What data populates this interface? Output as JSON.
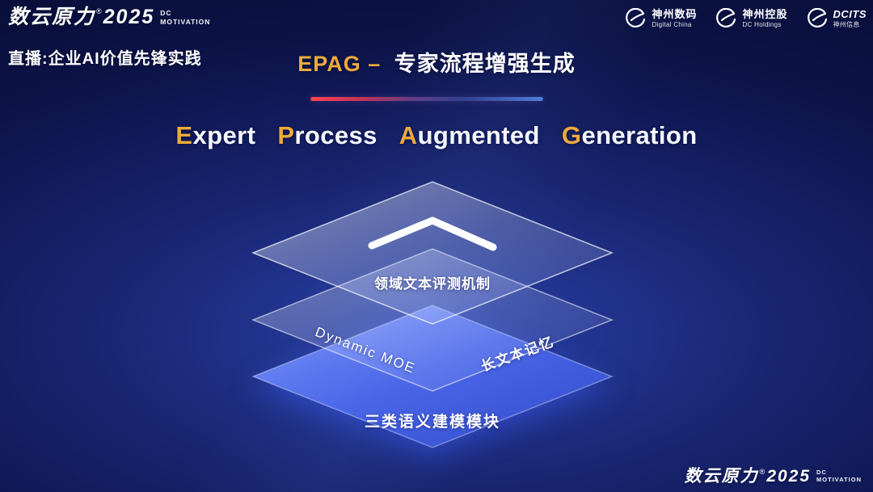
{
  "brand": {
    "name": "数云原力",
    "reg": "®",
    "year": "2025",
    "dc": "DC",
    "motivation": "MOTIVATION"
  },
  "tagline": "直播:企业AI价值先锋实践",
  "title": {
    "highlight": "EPAG –",
    "rest": "专家流程增强生成"
  },
  "subtitle": {
    "words": [
      {
        "cap": "E",
        "rest": "xpert"
      },
      {
        "cap": "P",
        "rest": "rocess"
      },
      {
        "cap": "A",
        "rest": "ugmented"
      },
      {
        "cap": "G",
        "rest": "eneration"
      }
    ]
  },
  "partners": [
    {
      "name": "神州数码",
      "sub": "Digital China"
    },
    {
      "name": "神州控股",
      "sub": "DC Holdings"
    },
    {
      "name": "DCITS",
      "sub": "神州信息"
    }
  ],
  "diagram": {
    "top_label": "领域文本评测机制",
    "mid_left_label": "Dynamic MOE",
    "mid_right_label": "长文本记忆",
    "bottom_label": "三类语义建模模块"
  },
  "icons": {
    "top_layer": "chevron-up",
    "partner_logo": "swirl-globe"
  },
  "colors": {
    "accent_gold": "#edaa3c",
    "divider_red": "#ff4352",
    "divider_blue": "#4f7fd8",
    "layer_blue": "#4a66e8",
    "background_deep": "#060a2e"
  }
}
